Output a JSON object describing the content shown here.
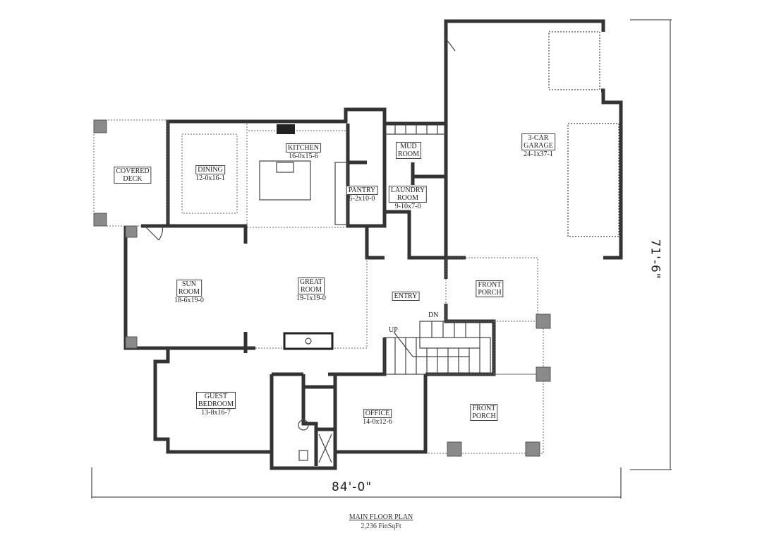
{
  "plan": {
    "rooms": [
      {
        "name": "COVERED\nDECK",
        "size": ""
      },
      {
        "name": "DINING",
        "size": "12-0x16-1"
      },
      {
        "name": "KITCHEN",
        "size": "16-0x15-6"
      },
      {
        "name": "PANTRY",
        "size": "5-2x10-0"
      },
      {
        "name": "MUD\nROOM",
        "size": ""
      },
      {
        "name": "LAUNDRY\nROOM",
        "size": "9-10x7-0"
      },
      {
        "name": "3-CAR\nGARAGE",
        "size": "24-1x37-1"
      },
      {
        "name": "SUN\nROOM",
        "size": "18-6x19-0"
      },
      {
        "name": "GREAT\nROOM",
        "size": "19-1x19-0"
      },
      {
        "name": "ENTRY",
        "size": ""
      },
      {
        "name": "FRONT\nPORCH",
        "size": ""
      },
      {
        "name": "GUEST\nBEDROOM",
        "size": "13-8x16-7"
      },
      {
        "name": "OFFICE",
        "size": "14-0x12-6"
      },
      {
        "name": "FRONT\nPORCH",
        "size": ""
      }
    ],
    "stair_labels": {
      "up": "UP",
      "down": "DN"
    },
    "dimensions": {
      "width": "84'-0\"",
      "depth": "71'-6\""
    },
    "caption": {
      "title": "MAIN FLOOR PLAN",
      "area": "2,236 FinSqFt"
    }
  }
}
